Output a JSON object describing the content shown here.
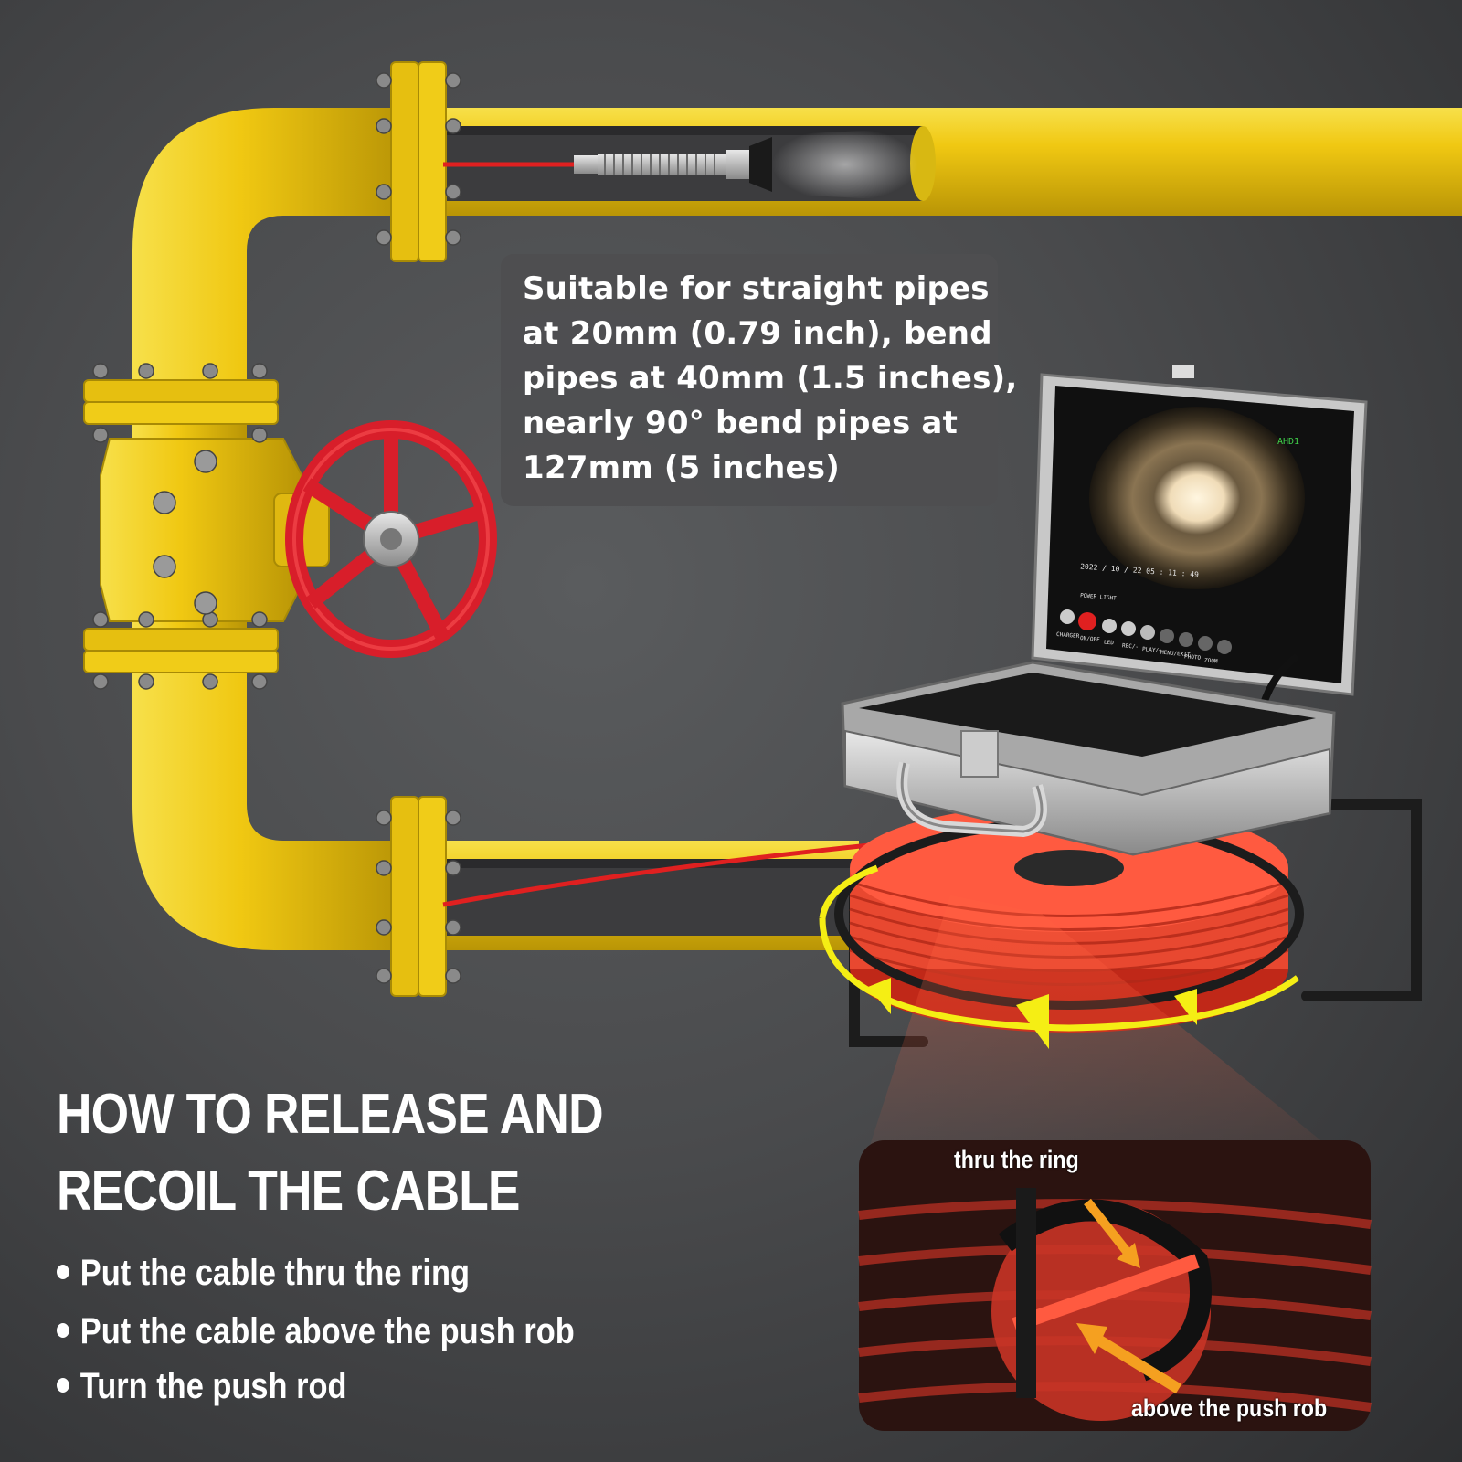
{
  "info_box": {
    "lines": [
      "Suitable for straight pipes",
      "at 20mm (0.79 inch), bend",
      "pipes at 40mm (1.5 inches),",
      "nearly 90° bend pipes at",
      "127mm (5 inches)"
    ]
  },
  "heading": {
    "line1": "HOW TO RELEASE AND",
    "line2": "RECOIL THE CABLE"
  },
  "bullets": [
    "Put the cable thru the ring",
    "Put the cable above the push rob",
    "Turn the push rod"
  ],
  "inset": {
    "label_top": "thru the ring",
    "label_bottom": "above the push rob"
  },
  "monitor": {
    "channel": "AHD1",
    "timestamp": "2022 / 10 / 22  05 : 11 : 49",
    "power_light": "POWER LIGHT",
    "buttons": [
      "CHARGER",
      "ON/OFF",
      "LED",
      "REC/-",
      "PLAY/+",
      "MENU/EXIT",
      "PHOTO",
      "ZOOM"
    ]
  },
  "colors": {
    "pipe_yellow": "#f2c810",
    "valve_red": "#d81e2a",
    "cable_red": "#ee4030",
    "arrow_yellow": "#f5ee14",
    "inset_arrow_orange": "#f5a020"
  }
}
